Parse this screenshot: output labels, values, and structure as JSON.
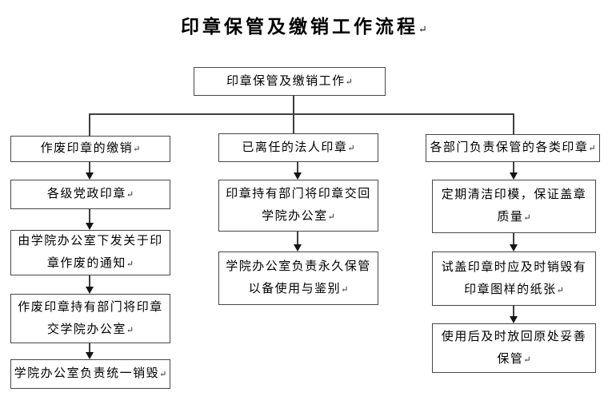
{
  "page": {
    "title": "印章保管及缴销工作流程",
    "eol": "↵"
  },
  "root": {
    "lines": [
      "印章保管及缴销工作"
    ],
    "eol": "↵"
  },
  "columns": [
    {
      "boxes": [
        {
          "lines": [
            "作废印章的缴销"
          ],
          "eol": "↵"
        },
        {
          "lines": [
            "各级党政印章"
          ],
          "eol": "↵"
        },
        {
          "lines": [
            "由学院办公室下发关于印",
            "章作废的通知"
          ],
          "eol": "↵"
        },
        {
          "lines": [
            "作废印章持有部门将印章",
            "交学院办公室"
          ],
          "eol": "↵"
        },
        {
          "lines": [
            "学院办公室负责统一销毁"
          ],
          "eol": "↵"
        }
      ]
    },
    {
      "boxes": [
        {
          "lines": [
            "已离任的法人印章"
          ],
          "eol": "↵"
        },
        {
          "lines": [
            "印章持有部门将印章交回",
            "学院办公室"
          ],
          "eol": "↵"
        },
        {
          "lines": [
            "学院办公室负责永久保管",
            "以备使用与鉴别"
          ],
          "eol": "↵"
        }
      ]
    },
    {
      "boxes": [
        {
          "lines": [
            "各部门负责保管的各类印章"
          ],
          "eol": "↵"
        },
        {
          "lines": [
            "定期清洁印模，保证盖章",
            "质量"
          ],
          "eol": "↵"
        },
        {
          "lines": [
            "试盖印章时应及时销毁有",
            "印章图样的纸张"
          ],
          "eol": "↵"
        },
        {
          "lines": [
            "使用后及时放回原处妥善",
            "保管"
          ],
          "eol": "↵"
        }
      ]
    }
  ],
  "colors": {
    "line": "#3f3f3f",
    "border": "#474747",
    "arrowhead": "#141414",
    "text": "#000000",
    "background": "#ffffff"
  }
}
